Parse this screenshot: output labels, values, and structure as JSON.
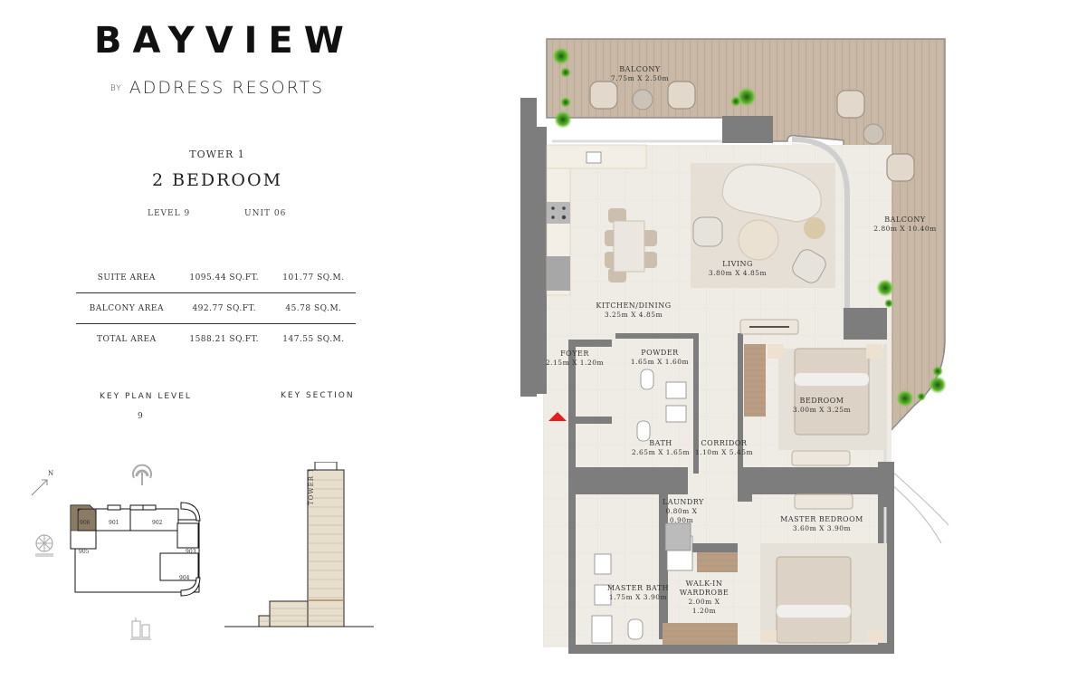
{
  "brand": {
    "name": "BAYVIEW",
    "by": "BY",
    "developer": "ADDRESS RESORTS"
  },
  "unit": {
    "tower": "TOWER 1",
    "type": "2 BEDROOM",
    "level": "LEVEL 9",
    "unit_no": "UNIT 06"
  },
  "areas": [
    {
      "label": "SUITE AREA",
      "sqft": "1095.44 SQ.FT.",
      "sqm": "101.77 SQ.M."
    },
    {
      "label": "BALCONY AREA",
      "sqft": "492.77 SQ.FT.",
      "sqm": "45.78 SQ.M."
    },
    {
      "label": "TOTAL AREA",
      "sqft": "1588.21 SQ.FT.",
      "sqm": "147.55 SQ.M."
    }
  ],
  "key_plan": {
    "title": "KEY PLAN LEVEL",
    "level": "9",
    "north_label": "N",
    "units": [
      "906",
      "901",
      "902",
      "903",
      "904",
      "905"
    ],
    "highlighted_unit": "906",
    "highlight_color": "#8b7b65"
  },
  "key_section": {
    "title": "KEY SECTION",
    "tower_label": "TOWER 1"
  },
  "floor_plan": {
    "rooms": [
      {
        "name": "BALCONY",
        "dim": "7.75m X 2.50m"
      },
      {
        "name": "BALCONY",
        "dim": "2.80m X 10.40m"
      },
      {
        "name": "LIVING",
        "dim": "3.80m X 4.85m"
      },
      {
        "name": "KITCHEN/DINING",
        "dim": "3.25m X 4.85m"
      },
      {
        "name": "FOYER",
        "dim": "2.15m X 1.20m"
      },
      {
        "name": "POWDER",
        "dim": "1.65m X 1.60m"
      },
      {
        "name": "BEDROOM",
        "dim": "3.00m X 3.25m"
      },
      {
        "name": "BATH",
        "dim": "2.65m X 1.65m"
      },
      {
        "name": "CORRIDOR",
        "dim": "1.10m X 5.45m"
      },
      {
        "name": "LAUNDRY",
        "dim": "0.80m X 0.90m"
      },
      {
        "name": "MASTER BEDROOM",
        "dim": "3.60m X 3.90m"
      },
      {
        "name": "MASTER BATH",
        "dim": "1.75m X 3.90m"
      },
      {
        "name": "WALK-IN WARDROBE",
        "dim": "2.00m X 1.20m"
      }
    ],
    "colors": {
      "wall": "#7d7d7d",
      "deck": "#c9b8a6",
      "floor": "#efece6",
      "rug": "#e3ddd3",
      "wood": "#b99e84",
      "entry_marker": "#e02020"
    }
  }
}
